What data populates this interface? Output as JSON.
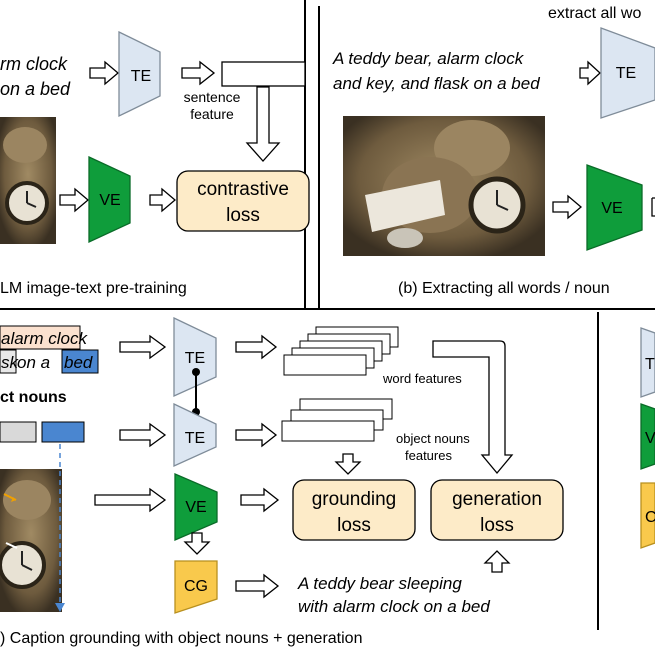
{
  "panel_a": {
    "caption_line1": "rm clock",
    "caption_line2": "on a bed",
    "text_encoder": "TE",
    "vision_encoder": "VE",
    "sentence_feature_line1": "sentence",
    "sentence_feature_line2": "feature",
    "loss_line1": "contrastive",
    "loss_line2": "loss",
    "title": "LM image-text pre-training"
  },
  "panel_b": {
    "header": "extract all wo",
    "caption_line1": "A teddy bear, alarm clock",
    "caption_line2": "and key, and flask on a bed",
    "text_encoder": "TE",
    "vision_encoder": "VE",
    "title": "(b) Extracting all words / noun"
  },
  "panel_c": {
    "caption_line1": "alarm clock",
    "caption_line2_a": "sk",
    "caption_line2_b": " on a ",
    "caption_line2_c": "bed",
    "object_nouns_label": "ct nouns",
    "text_encoder_1": "TE",
    "text_encoder_2": "TE",
    "vision_encoder": "VE",
    "caption_generator": "CG",
    "word_features": "word features",
    "object_nouns_features_line1": "object nouns",
    "object_nouns_features_line2": "features",
    "grounding_loss_line1": "grounding",
    "grounding_loss_line2": "loss",
    "generation_loss_line1": "generation",
    "generation_loss_line2": "loss",
    "generated_caption_line1": "A teddy bear sleeping",
    "generated_caption_line2": "with alarm clock on a bed",
    "title": ") Caption grounding with object nouns + generation"
  },
  "panel_d": {
    "te_partial": "T",
    "ve_partial": "V",
    "cg_partial": "C"
  },
  "colors": {
    "te_fill": "#dce6f2",
    "ve_fill": "#0f9d3b",
    "cg_fill": "#f9c94c",
    "loss_fill": "#fdebc8",
    "highlight_orange": "#fbe1cf",
    "highlight_blue": "#4a86d0",
    "gray_noun": "#d9d9d9"
  }
}
